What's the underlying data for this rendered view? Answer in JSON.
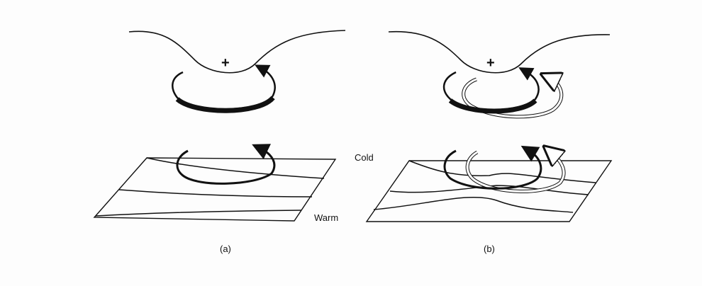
{
  "labels": {
    "cold": "Cold",
    "warm": "Warm",
    "panel_a": "(a)",
    "panel_b": "(b)",
    "plus_a": "+",
    "plus_b": "+"
  },
  "colors": {
    "ink": "#111111",
    "background": "#fdfdfd"
  }
}
